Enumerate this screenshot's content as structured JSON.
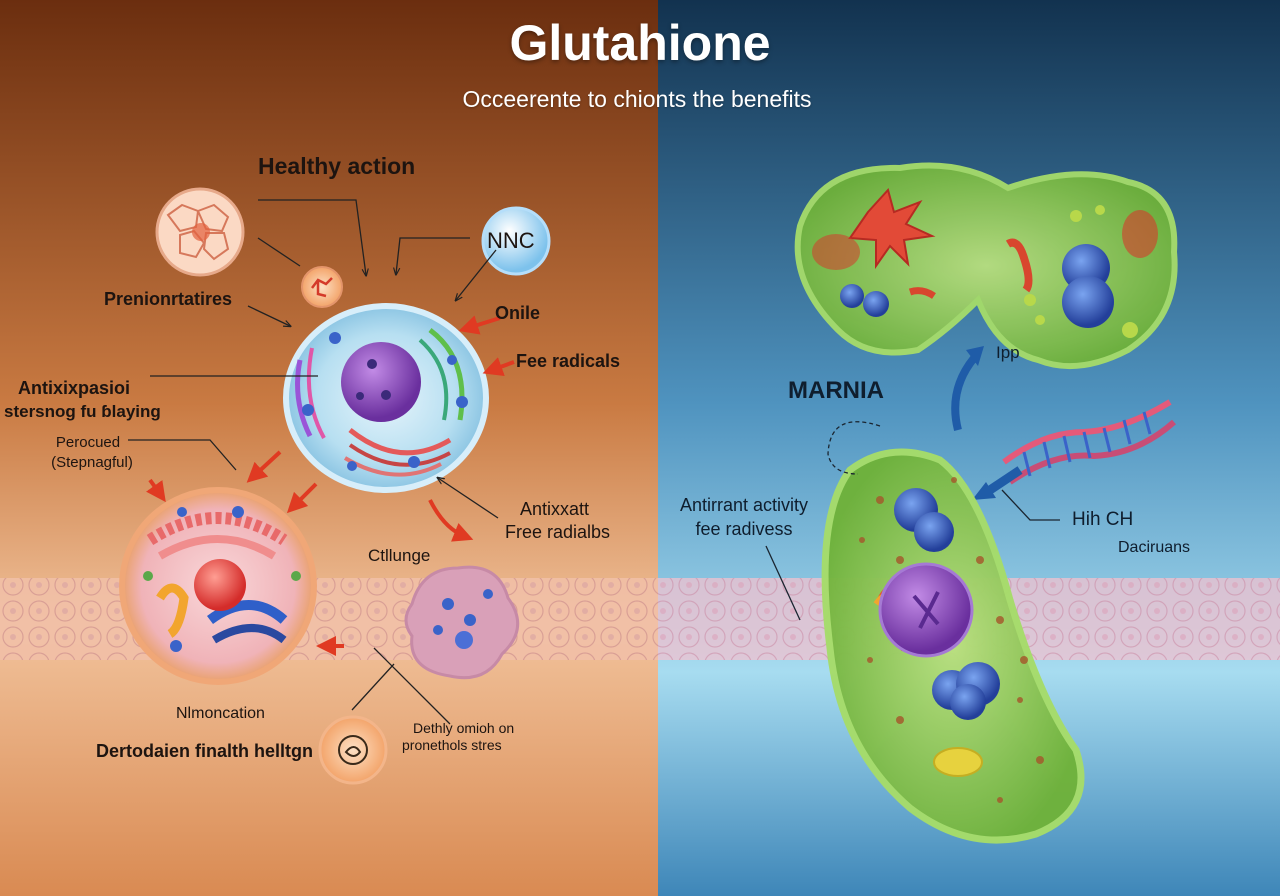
{
  "title": "Glutahione",
  "subtitle": "Occeerente to chionts the benefits",
  "left_panel": {
    "heading": "Healthy action",
    "labels": {
      "prenionrtatires": "Prenionrtatires",
      "nnc": "NNC",
      "onile": "Onile",
      "fee_radicals": "Fee radicals",
      "antixixpasion_1": "Antixixpasioi",
      "antixixpasion_2": "stersnog fu ɓlaying",
      "perocued_1": "Perocued",
      "perocued_2": "(Stepnagful)",
      "antixxatt_1": "Antixxatt",
      "antixxatt_2": "Free radialbs",
      "ctllunge": "Ctllunge",
      "nlmoncation": "Nlmoncation",
      "dertodaien": "Dertodaien finalth helltgn",
      "dethly_1": "Dethly omioh on",
      "dethly_2": "pronethols stres"
    }
  },
  "right_panel": {
    "labels": {
      "ipp": "Ipp",
      "marnia": "MARNIA",
      "antirrant_1": "Antirrant activity",
      "antirrant_2": "fee radivess",
      "hihch": "Hih CH",
      "daciruans": "Daciruans"
    }
  },
  "colors": {
    "left_bg_top": "#6b2e0f",
    "left_bg_mid": "#c5713b",
    "left_bg_bottom": "#f3c7a0",
    "right_bg_top": "#12324f",
    "right_bg_bottom": "#9fd8ef",
    "cell_green": "#8ccd4c",
    "nucleus_purple": "#8e4fc2",
    "organelle_blue": "#3a63c9",
    "arrow_red": "#e03a22",
    "arrow_blue": "#1f5ca8"
  }
}
